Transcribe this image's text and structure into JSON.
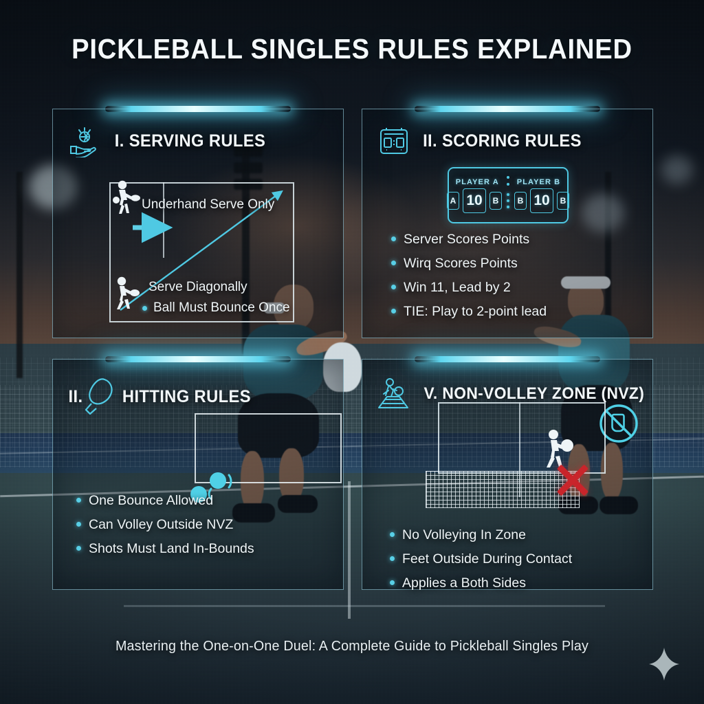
{
  "header": {
    "title": "PICKLEBALL SINGLES RULES EXPLAINED"
  },
  "theme": {
    "accent": "#4fc9e3",
    "bullet_color": "#58cfe6",
    "text_color": "#eef4f6",
    "panel_border": "#96cdde",
    "danger": "#c9252b",
    "background": "#0b1118"
  },
  "panels": [
    {
      "id": "serving",
      "number": "I.",
      "title": "I. SERVING RULES",
      "icon": "hand-toss-ball-icon",
      "diagram": {
        "type": "serve-court",
        "labels": [
          {
            "text": "Underhand Serve Only",
            "bullet": false
          },
          {
            "text": "Serve Diagonally",
            "bullet": false
          },
          {
            "text": "Ball Must Bounce Once",
            "bullet": true
          }
        ]
      }
    },
    {
      "id": "scoring",
      "number": "II.",
      "title": "II. SCORING RULES",
      "icon": "scoreboard-icon",
      "scoreboard": {
        "player_a_label": "PLAYER A",
        "player_b_label": "PLAYER B",
        "a_server_box": "A",
        "a_score": "10",
        "a_side_box": "B",
        "b_side_box": "B",
        "b_score": "10",
        "b_server_box": "B"
      },
      "bullets": [
        "Server Scores Points",
        "Wirq Scores Points",
        "Win 11, Lead by 2",
        "TIE: Play to 2-point lead"
      ]
    },
    {
      "id": "hitting",
      "number": "II.",
      "title": "II. HITTING RULES",
      "icon": "paddle-icon",
      "secondary_icon": "bouncing-ball-icon",
      "bullets": [
        "One Bounce Allowed",
        "Can Volley Outside NVZ",
        "Shots Must Land In-Bounds"
      ]
    },
    {
      "id": "nvz",
      "number": "V.",
      "title": "V. NON-VOLLEY ZONE (NVZ)",
      "icon": "nvz-zone-icon",
      "secondary_icon": "no-volley-prohibited-icon",
      "diagram": {
        "type": "nvz-court",
        "marker": "red-x-no-volley"
      },
      "bullets": [
        "No Volleying In Zone",
        "Feet Outside During Contact",
        "Applies a Both Sides"
      ]
    }
  ],
  "footer": {
    "tagline": "Mastering the One-on-One Duel: A Complete Guide to Pickleball Singles Play",
    "sparkle_icon": "sparkle-icon"
  }
}
